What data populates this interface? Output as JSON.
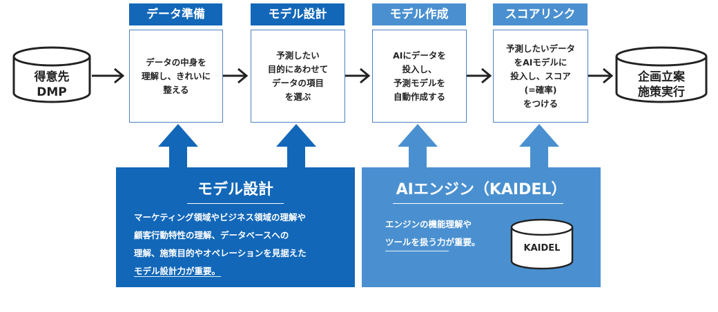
{
  "colors": {
    "dark_blue": "#1267b8",
    "light_blue": "#4a90d0",
    "box_border": "#4a7fc0",
    "arrow_black": "#222222"
  },
  "source_db": {
    "label": "得意先\nDMP"
  },
  "target_db": {
    "label": "企画立案\n施策実行"
  },
  "steps": [
    {
      "tab": "データ準備",
      "text": "データの中身を\n理解し、きれいに\n整える"
    },
    {
      "tab": "モデル設計",
      "text": "予測したい\n目的にあわせて\nデータの項目\nを選ぶ"
    },
    {
      "tab": "モデル作成",
      "text": "AIにデータを\n投入し、\n予測モデルを\n自動作成する"
    },
    {
      "tab": "スコアリンク",
      "text": "予測したいデータ\nをAIモデルに\n投入し、スコア\n(=確率)\nをつける"
    }
  ],
  "panels": {
    "model_design": {
      "title": "モデル設計",
      "text": "マーケティング領域やビジネス領域の理解や\n顧客行動特性の理解、データベースへの\n理解、施策目的やオペレーションを見据えた\nモデル設計力が重要。"
    },
    "ai_engine": {
      "title": "AIエンジン（KAIDEL）",
      "text": "エンジンの機能理解や\nツールを扱う力が重要。",
      "db_label": "KAIDEL"
    }
  }
}
